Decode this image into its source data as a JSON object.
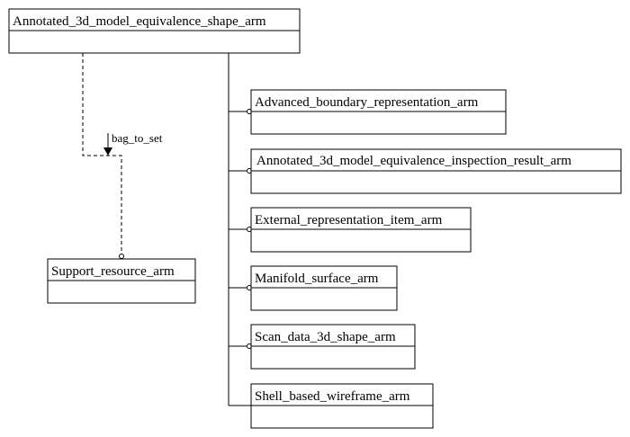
{
  "diagram": {
    "supertype": "Annotated_3d_model_equivalence_shape_arm",
    "subtypes": [
      "Advanced_boundary_representation_arm",
      "Annotated_3d_model_equivalence_inspection_result_arm",
      "External_representation_item_arm",
      "Manifold_surface_arm",
      "Scan_data_3d_shape_arm",
      "Shell_based_wireframe_arm"
    ],
    "referenced": "Support_resource_arm",
    "relation_label": "bag_to_set"
  }
}
